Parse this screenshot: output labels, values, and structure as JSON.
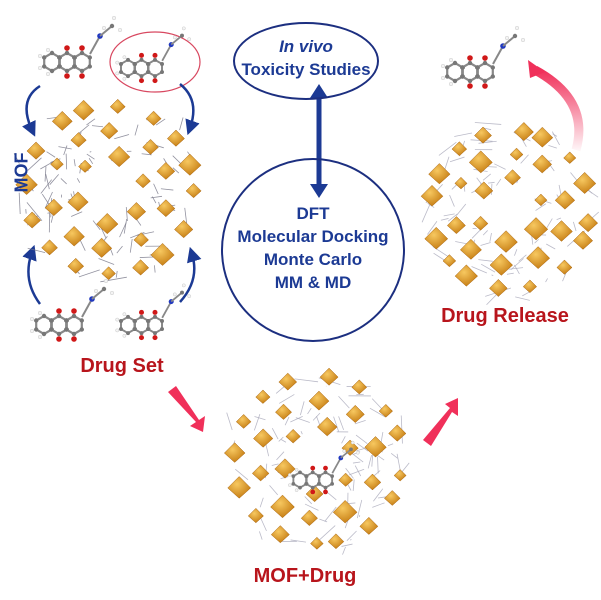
{
  "title": "MOF-based drug delivery computational workflow",
  "center": {
    "top_oval": {
      "line1": "In vivo",
      "line2": "Toxicity Studies"
    },
    "main_circle": {
      "methods": [
        "DFT",
        "Molecular Docking",
        "Monte Carlo",
        "MM & MD"
      ]
    }
  },
  "labels": {
    "mof": "MOF",
    "drug_set": "Drug Set",
    "drug_release": "Drug Release",
    "mof_drug": "MOF+Drug"
  },
  "colors": {
    "blue_text": "#1c3a94",
    "red_text": "#b8151c",
    "arrow_pink": "#f0305a",
    "mof_gold": "#e0a030",
    "oval_border": "#1c2f80",
    "highlight_ellipse": "#d84860"
  },
  "icons": {
    "bidirectional_arrow": "double-arrow-vertical",
    "process_arrows": "block-arrow",
    "cycle_arrows": "curved-arrow"
  }
}
